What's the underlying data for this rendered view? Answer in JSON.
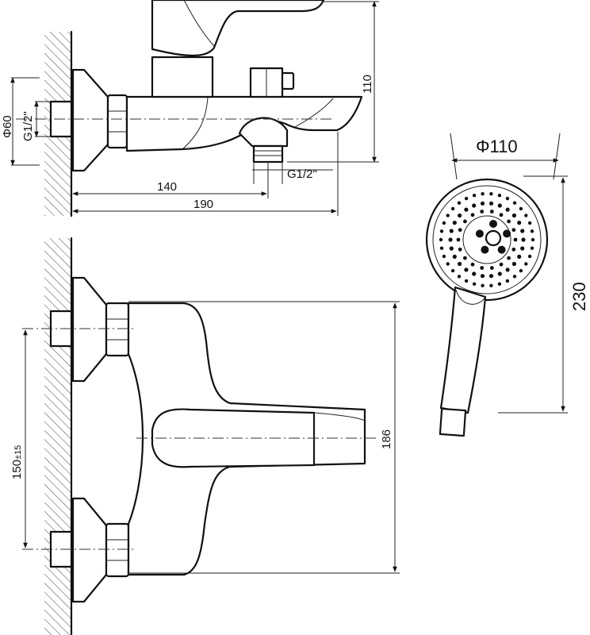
{
  "dimensions": {
    "d60": "Φ60",
    "g_inlet": "G1/2\"",
    "h110": "110",
    "d140": "140",
    "d190": "190",
    "g_outlet": "G1/2\"",
    "d110": "Φ110",
    "h230": "230",
    "d150": "150",
    "d150_tol": "±15",
    "h186": "186"
  }
}
